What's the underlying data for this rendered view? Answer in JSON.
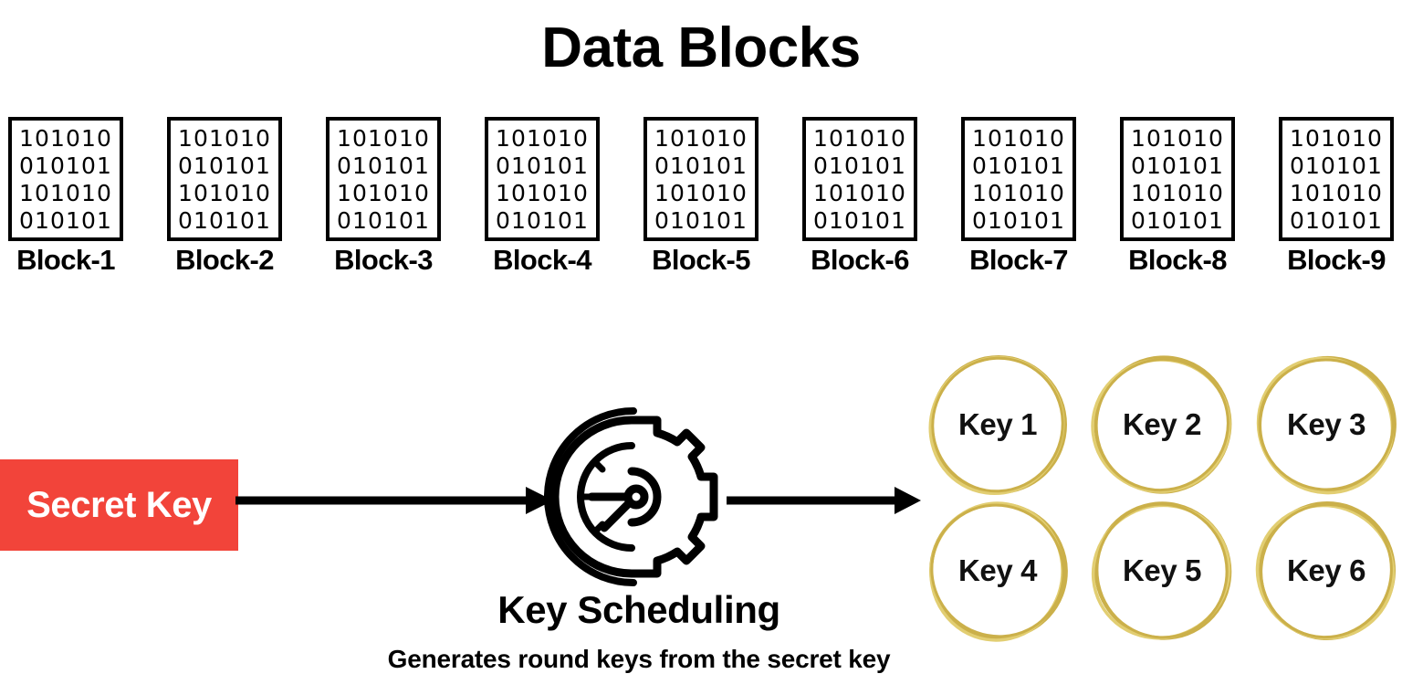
{
  "title": "Data Blocks",
  "colors": {
    "secret_key_bg": "#F2443A",
    "secret_key_text": "#FFFFFF",
    "key_ring": "#CBB04A",
    "key_ring_light": "#E2CE72",
    "stroke": "#000000",
    "background": "#FFFFFF"
  },
  "blocks": {
    "bit_rows": [
      "101010",
      "010101",
      "101010",
      "010101"
    ],
    "items": [
      {
        "label": "Block-1"
      },
      {
        "label": "Block-2"
      },
      {
        "label": "Block-3"
      },
      {
        "label": "Block-4"
      },
      {
        "label": "Block-5"
      },
      {
        "label": "Block-6"
      },
      {
        "label": "Block-7"
      },
      {
        "label": "Block-8"
      },
      {
        "label": "Block-9"
      }
    ]
  },
  "secret_key": {
    "label": "Secret Key"
  },
  "key_scheduling": {
    "icon": "clock-gear-icon",
    "title": "Key Scheduling",
    "subtitle": "Generates round keys from the secret key"
  },
  "arrows": [
    {
      "name": "arrow-secret-key-to-scheduler"
    },
    {
      "name": "arrow-scheduler-to-round-keys"
    }
  ],
  "round_keys": {
    "items": [
      {
        "label": "Key 1"
      },
      {
        "label": "Key 2"
      },
      {
        "label": "Key 3"
      },
      {
        "label": "Key 4"
      },
      {
        "label": "Key 5"
      },
      {
        "label": "Key 6"
      }
    ]
  }
}
